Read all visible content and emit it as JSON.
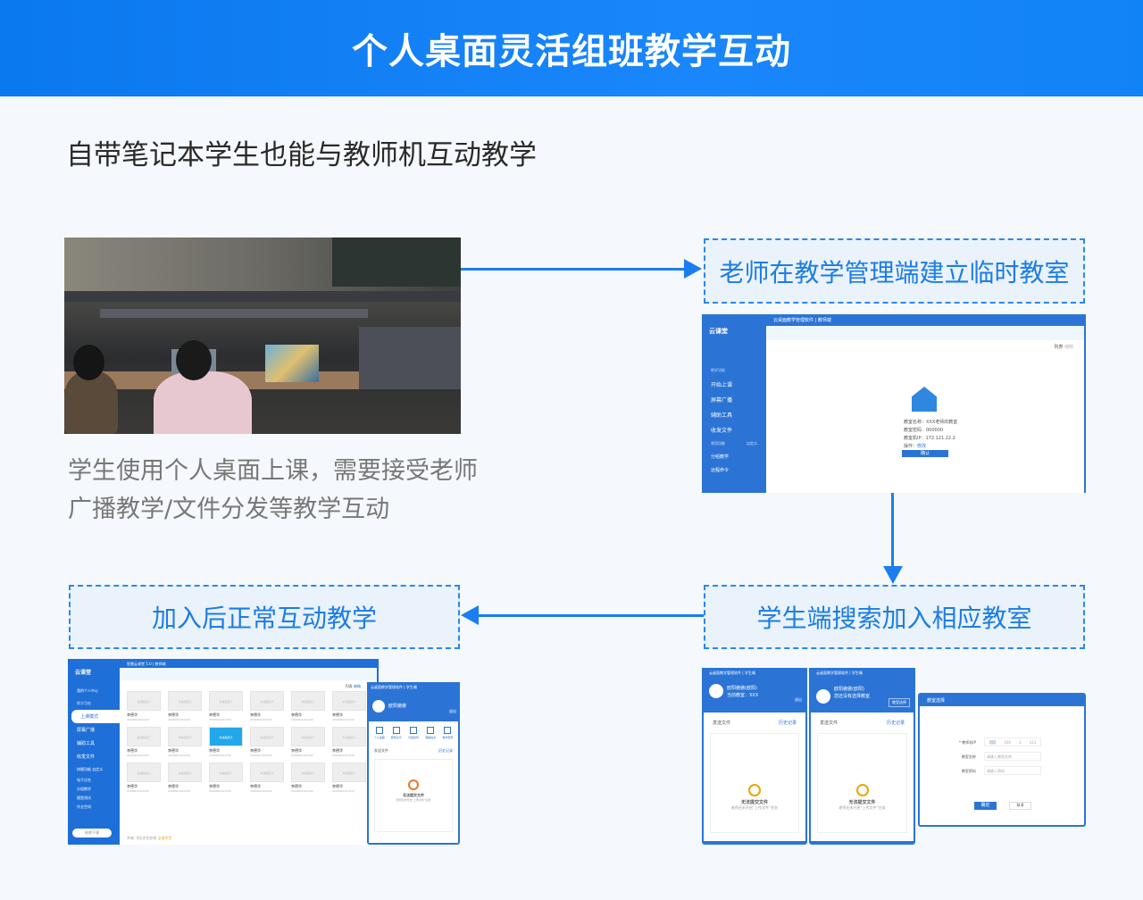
{
  "header": {
    "title": "个人桌面灵活组班教学互动"
  },
  "subtitle": "自带笔记本学生也能与教师机互动教学",
  "caption": {
    "line1": "学生使用个人桌面上课，需要接受老师",
    "line2": "广播教学/文件分发等教学互动"
  },
  "steps": [
    {
      "label": "老师在教学管理端建立临时教室"
    },
    {
      "label": "学生端搜索加入相应教室"
    },
    {
      "label": "加入后正常互动教学"
    }
  ],
  "teacher_screen": {
    "logo": "云课堂",
    "title": "云桌面教学管理软件 | 教师端",
    "section": "教学功能",
    "menu": [
      "开始上课",
      "屏幕广播",
      "辅助工具",
      "收发文件"
    ],
    "common_label": "常用功能",
    "custom_label": "自定义",
    "common": [
      "分组教学",
      "远程命令"
    ],
    "view_list": "列表",
    "view_grid": "缩略",
    "room_name": "教室名称：XXX老师的教室",
    "room_pwd": "教室密码：000000",
    "room_ip": "教室机IP：172.121.22.2",
    "op": "操作：",
    "op_link": "修改",
    "confirm": "确认"
  },
  "student_screens": {
    "title": "云桌面教学管理软件 | 学生端",
    "a": {
      "line1": "欧阳傲傲(欧阳)",
      "line2": "当前教室：XXX",
      "exit": "退出"
    },
    "b": {
      "line1": "欧阳傲傲(欧阳)",
      "line2": "您还没有选择教室",
      "select": "教室选择"
    },
    "send": "发送文件",
    "history": "历史记录",
    "empty": "无法提交文件",
    "empty_hint": "老师还未开启“上传文件”任务",
    "dialog": {
      "title": "教室选择",
      "ip_label": "* 教师机IP",
      "ip": [
        "192",
        "168",
        "1",
        "121"
      ],
      "name_label": "教室名称",
      "name_ph": "请输入教室名称",
      "pwd_label": "教室密码",
      "pwd_ph": "请输入密码",
      "ok": "确定",
      "cancel": "取消"
    }
  },
  "class_screen": {
    "logo": "云课堂",
    "title": "智慧云课堂 5.0 | 教师端",
    "user": "我的个人中心",
    "section": "教学功能",
    "menu": [
      "上课模式",
      "屏幕广播",
      "辅助工具",
      "收发文件"
    ],
    "common_label": "快捷功能",
    "custom_label": "自定义",
    "common": [
      "电子点名",
      "分组教学",
      "随堂测试",
      "作业空间"
    ],
    "end": "结束下课",
    "view_list": "列表",
    "view_grid": "缩略",
    "tile_label": "未桌面显示",
    "student": "李德华",
    "seat": "2000001101232",
    "footer": "共有: 0位学生在线",
    "footer_link": "全部学生",
    "panel": {
      "title": "云桌面教学管理软件 | 学生端",
      "name": "欧阳傲傲",
      "exit": "退出",
      "tools": [
        "个人桌面",
        "屏幕演示",
        "分组协作",
        "课堂提交",
        "教学老师"
      ],
      "send": "发送文件",
      "history": "历史记录",
      "empty": "无法提交文件",
      "empty_hint": "老师还未开启“上传文件”任务"
    }
  }
}
